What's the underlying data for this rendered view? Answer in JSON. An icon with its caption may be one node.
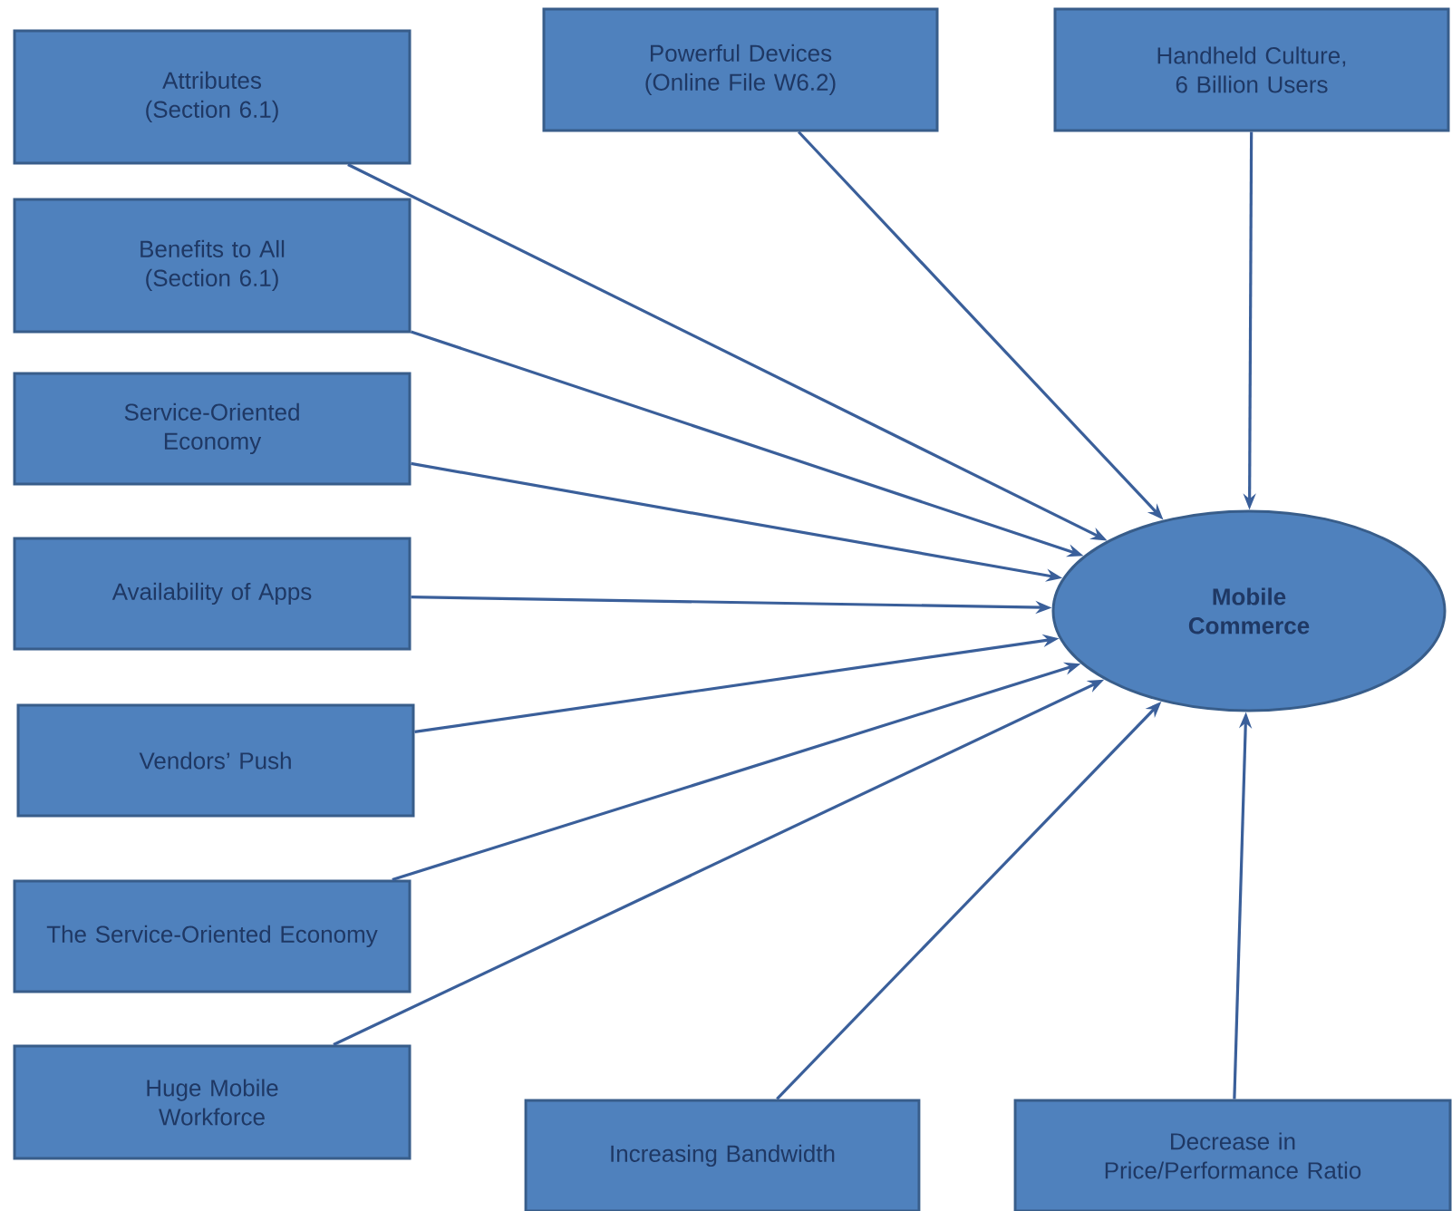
{
  "diagram": {
    "nodes": [
      {
        "text": [
          "Attributes (Section 6.1)"
        ]
      },
      {
        "text": [
          "Powerful Devices (Online File W6.2)"
        ]
      },
      {
        "text": [
          "Handheld Culture, 6 Billion Users"
        ]
      },
      {
        "text": [
          "Benefits to All (Section 6.1)"
        ]
      },
      {
        "text": [
          "Service-Oriented Economy"
        ]
      },
      {
        "text": [
          "Availability of Apps"
        ]
      },
      {
        "text": [
          "Mobile Commerce"
        ]
      },
      {
        "text": [
          "Vendors’ Push"
        ]
      },
      {
        "text": [
          "The Service-Oriented Economy"
        ]
      },
      {
        "text": [
          "Huge Mobile Workforce"
        ]
      },
      {
        "text": [
          "Increasing Bandwidth"
        ]
      },
      {
        "text": [
          "Decrease in Price/Performance Ratio"
        ]
      }
    ],
    "edges": [
      {
        "from": 0,
        "to": 6,
        "arrow": "to"
      },
      {
        "from": 1,
        "to": 6,
        "arrow": "to"
      },
      {
        "from": 2,
        "to": 6,
        "arrow": "to"
      },
      {
        "from": 3,
        "to": 6,
        "arrow": "to"
      },
      {
        "from": 4,
        "to": 6,
        "arrow": "to"
      },
      {
        "from": 5,
        "to": 6,
        "arrow": "to"
      },
      {
        "from": 7,
        "to": 6,
        "arrow": "to"
      },
      {
        "from": 8,
        "to": 6,
        "arrow": "to"
      },
      {
        "from": 9,
        "to": 6,
        "arrow": "to"
      },
      {
        "from": 10,
        "to": 6,
        "arrow": "to"
      },
      {
        "from": 11,
        "to": 6,
        "arrow": "to"
      }
    ]
  }
}
